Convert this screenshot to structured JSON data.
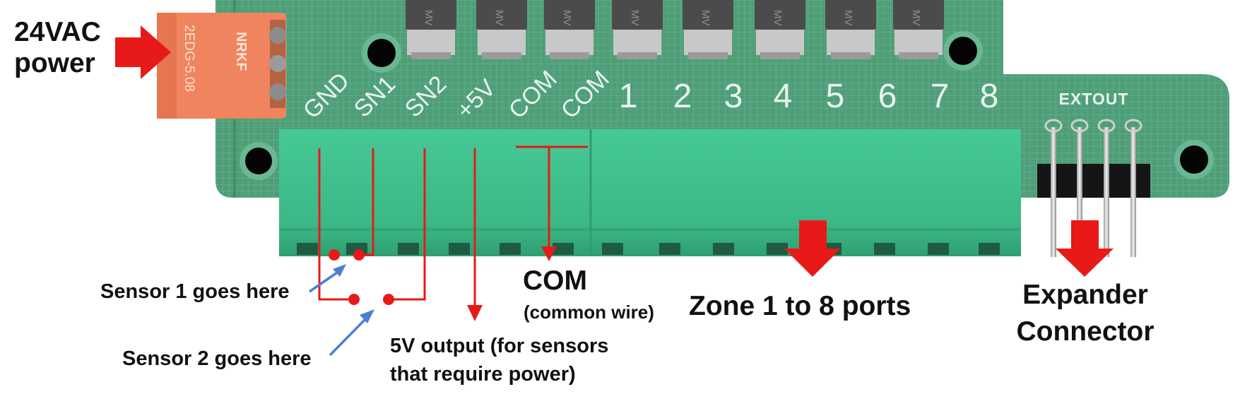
{
  "board": {
    "power_connector_text": [
      "2EDG-5.08",
      "NRKF"
    ],
    "relay_label": "MV",
    "terminal_labels": [
      "GND",
      "SN1",
      "SN2",
      "+5V",
      "COM",
      "COM"
    ],
    "zone_numbers": [
      "1",
      "2",
      "3",
      "4",
      "5",
      "6",
      "7",
      "8"
    ],
    "expansion_header_label": "EXTOUT"
  },
  "annotations": {
    "power_label": [
      "24VAC",
      "power"
    ],
    "sensor1_label": "Sensor 1 goes here",
    "sensor2_label": "Sensor 2 goes here",
    "five_volt_label": [
      "5V output (for sensors",
      "that require power)"
    ],
    "com_label": "COM",
    "com_sub_label": "(common wire)",
    "zone_label": "Zone 1 to 8 ports",
    "expander_label": [
      "Expander",
      "Connector"
    ]
  },
  "colors": {
    "pcb": "#4f9e78",
    "terminal_block": "#3dbf8c",
    "power_connector": "#f0845e",
    "callout_red": "#e81919",
    "pointer_blue": "#4a7fd8"
  }
}
